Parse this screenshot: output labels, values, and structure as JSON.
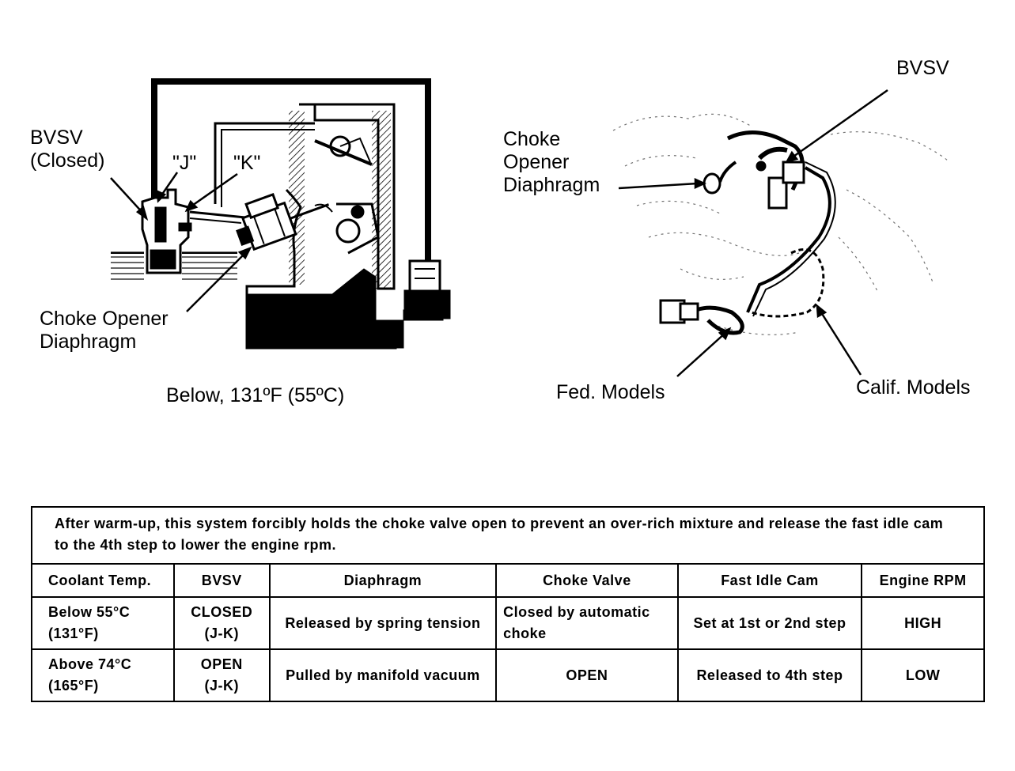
{
  "left_figure": {
    "labels": {
      "bvsv": "BVSV\n(Closed)",
      "j": "\"J\"",
      "k": "\"K\"",
      "choke_opener": "Choke Opener\nDiaphragm"
    },
    "caption": "Below, 131ºF (55ºC)"
  },
  "right_figure": {
    "labels": {
      "bvsv": "BVSV",
      "choke_opener": "Choke\nOpener\nDiaphragm",
      "fed_models": "Fed. Models",
      "calif_models": "Calif. Models"
    }
  },
  "table": {
    "note": "After warm-up, this system forcibly holds the choke valve open to prevent an over-rich mixture and release the fast idle cam to the 4th step to lower the engine rpm.",
    "headers": [
      "Coolant Temp.",
      "BVSV",
      "Diaphragm",
      "Choke Valve",
      "Fast Idle Cam",
      "Engine RPM"
    ],
    "rows": [
      [
        "Below 55°C\n(131°F)",
        "CLOSED\n(J-K)",
        "Released by spring tension",
        "Closed by automatic choke",
        "Set at 1st or 2nd step",
        "HIGH"
      ],
      [
        "Above 74°C\n(165°F)",
        "OPEN\n(J-K)",
        "Pulled by manifold vacuum",
        "OPEN",
        "Released to 4th step",
        "LOW"
      ]
    ]
  }
}
